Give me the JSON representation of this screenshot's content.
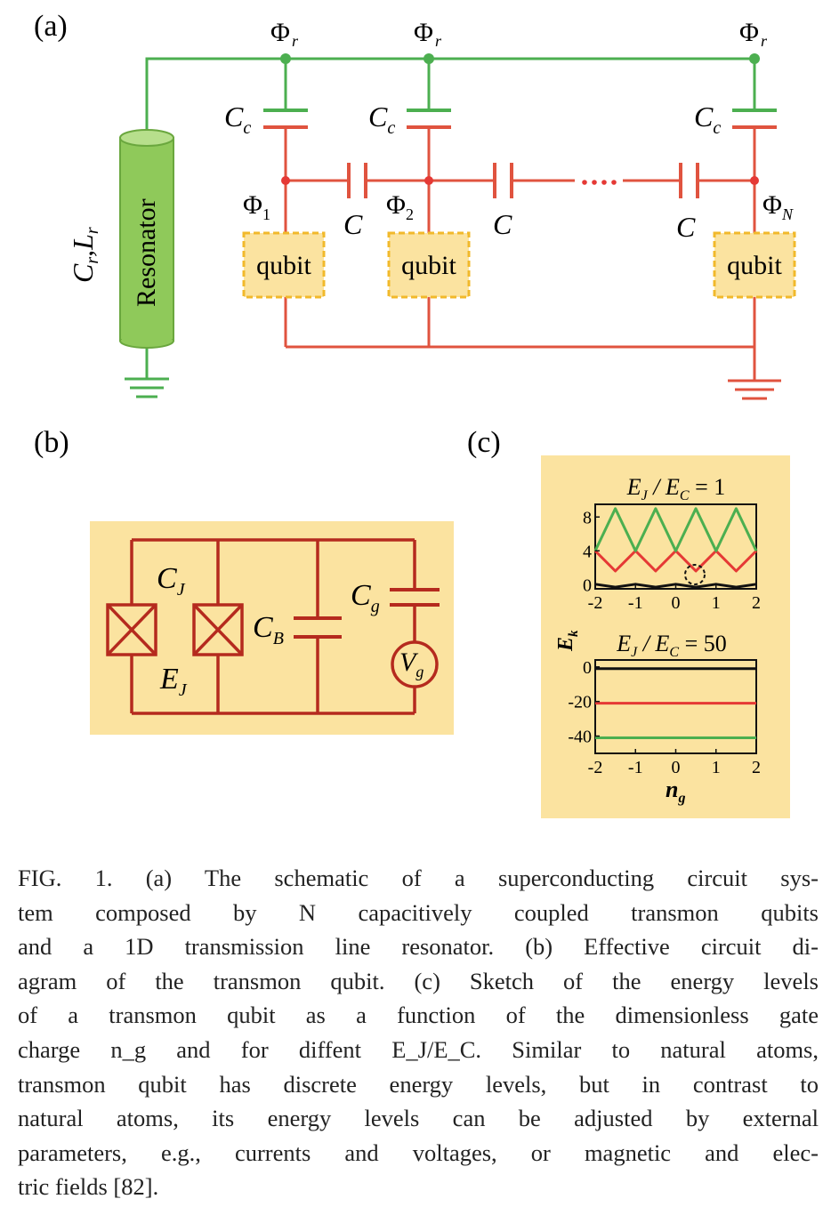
{
  "figure": {
    "panel_a": {
      "label": "(a)",
      "phi_r": "Φ",
      "phi_r_sub": "r",
      "resonator_label": "Resonator",
      "cr_lr": "C",
      "cr_sub": "r",
      "lr": "L",
      "lr_sub": "r",
      "cc": "C",
      "cc_sub": "c",
      "phi": "Φ",
      "phi1_sub": "1",
      "phi2_sub": "2",
      "phiN_sub": "N",
      "c_label": "C",
      "qubit_label": "qubit",
      "colors": {
        "green": "#4caf50",
        "red": "#e0533f",
        "resonator": "#8fc95a",
        "qubit_fill": "#fbe3a0",
        "qubit_border": "#f1b92b"
      }
    },
    "panel_b": {
      "label": "(b)",
      "cj": "C",
      "cj_sub": "J",
      "ej": "E",
      "ej_sub": "J",
      "cb": "C",
      "cb_sub": "B",
      "cg": "C",
      "cg_sub": "g",
      "vg": "V",
      "vg_sub": "g",
      "colors": {
        "wire": "#b52a1e",
        "background": "#fbe3a0"
      }
    },
    "panel_c": {
      "label": "(c)",
      "top_title": "E_J / E_C = 1",
      "bottom_title": "E_J / E_C = 50",
      "ylabel": "E_k",
      "xlabel": "n_g",
      "colors": {
        "level0": "#111111",
        "level1": "#e53935",
        "level2": "#4caf50",
        "background": "#fbe3a0"
      }
    }
  },
  "chart_data": [
    {
      "type": "line",
      "title": "E_J/E_C = 1",
      "xlabel": "",
      "ylabel": "E_k",
      "xlim": [
        -2,
        2
      ],
      "ylim": [
        -0.5,
        9.5
      ],
      "xticks": [
        "-2",
        "-1",
        "0",
        "1",
        "2"
      ],
      "yticks": [
        "0",
        "4",
        "8"
      ],
      "series": [
        {
          "x": [
            -2,
            -1.5,
            -1,
            -0.5,
            0,
            0.5,
            1,
            1.5,
            2
          ],
          "values": [
            0.05,
            -0.3,
            0.05,
            -0.3,
            0.05,
            -0.3,
            0.05,
            -0.3,
            0.05
          ]
        },
        {
          "x": [
            -2,
            -1.5,
            -1,
            -0.5,
            0,
            0.5,
            1,
            1.5,
            2
          ],
          "values": [
            4.0,
            1.6,
            4.0,
            1.6,
            4.0,
            1.6,
            4.0,
            1.6,
            4.0
          ]
        },
        {
          "x": [
            -2,
            -1.5,
            -1,
            -0.5,
            0,
            0.5,
            1,
            1.5,
            2
          ],
          "values": [
            4.0,
            9.0,
            4.0,
            9.0,
            4.0,
            9.0,
            4.0,
            9.0,
            4.0
          ]
        }
      ],
      "annotation": "dashed circle near n_g = 0.5"
    },
    {
      "type": "line",
      "title": "E_J/E_C = 50",
      "xlabel": "n_g",
      "ylabel": "E_k",
      "xlim": [
        -2,
        2
      ],
      "ylim": [
        -50,
        4
      ],
      "xticks": [
        "-2",
        "-1",
        "0",
        "1",
        "2"
      ],
      "yticks": [
        "0",
        "-20",
        "-40"
      ],
      "series": [
        {
          "x": [
            -2,
            2
          ],
          "values": [
            -1,
            -1
          ]
        },
        {
          "x": [
            -2,
            2
          ],
          "values": [
            -21,
            -21
          ]
        },
        {
          "x": [
            -2,
            2
          ],
          "values": [
            -41,
            -41
          ]
        }
      ]
    }
  ],
  "caption": {
    "lines": [
      "FIG. 1.  (a) The schematic of a superconducting circuit sys-",
      "tem composed by N capacitively coupled transmon qubits",
      "and a 1D transmission line resonator.  (b) Effective circuit di-",
      "agram of the transmon qubit.  (c) Sketch of the energy levels",
      "of a transmon qubit as a function of the dimensionless gate",
      "charge n_g and for diffent E_J/E_C.  Similar to natural atoms,",
      "transmon qubit has discrete energy levels, but in contrast to",
      "natural atoms, its energy levels can be adjusted by external",
      "parameters, e.g., currents and voltages, or magnetic and elec-",
      "tric fields [82]."
    ]
  }
}
